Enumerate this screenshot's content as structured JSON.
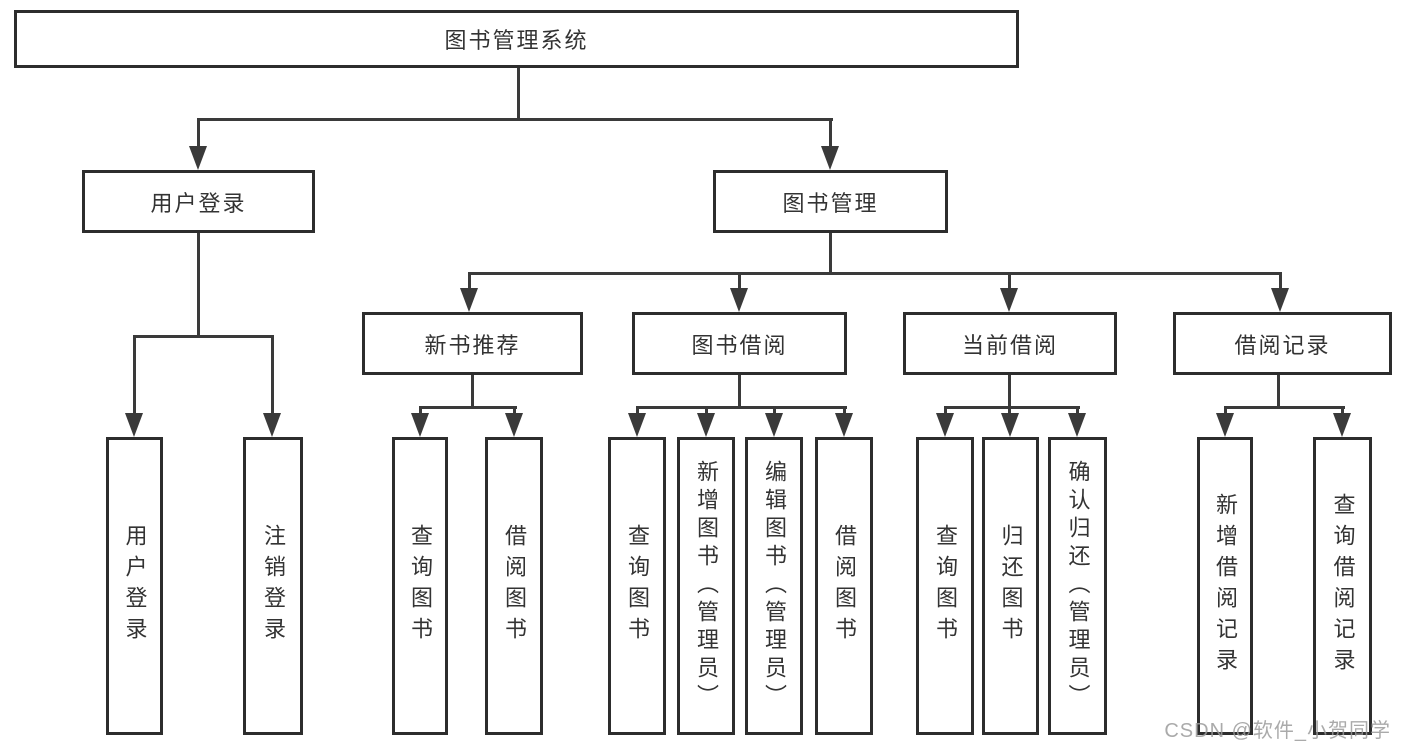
{
  "diagram_title": "图书管理系统",
  "hierarchy": {
    "root": "图书管理系统",
    "children": [
      {
        "label": "用户登录",
        "children": [
          "用户登录",
          "注销登录"
        ]
      },
      {
        "label": "图书管理",
        "children": [
          {
            "label": "新书推荐",
            "children": [
              "查询图书",
              "借阅图书"
            ]
          },
          {
            "label": "图书借阅",
            "children": [
              "查询图书",
              "新增图书（管理员）",
              "编辑图书（管理员）",
              "借阅图书"
            ]
          },
          {
            "label": "当前借阅",
            "children": [
              "查询图书",
              "归还图书",
              "确认归还（管理员）"
            ]
          },
          {
            "label": "借阅记录",
            "children": [
              "新增借阅记录",
              "查询借阅记录"
            ]
          }
        ]
      }
    ]
  },
  "watermark": {
    "text": "CSDN @软件_小贺同学"
  },
  "colors": {
    "background": "#ffffff",
    "box_border": "#2d2d2d",
    "connector_line": "#3a3a3a",
    "text": "#333333",
    "watermark_text": "#9b9b9b"
  }
}
